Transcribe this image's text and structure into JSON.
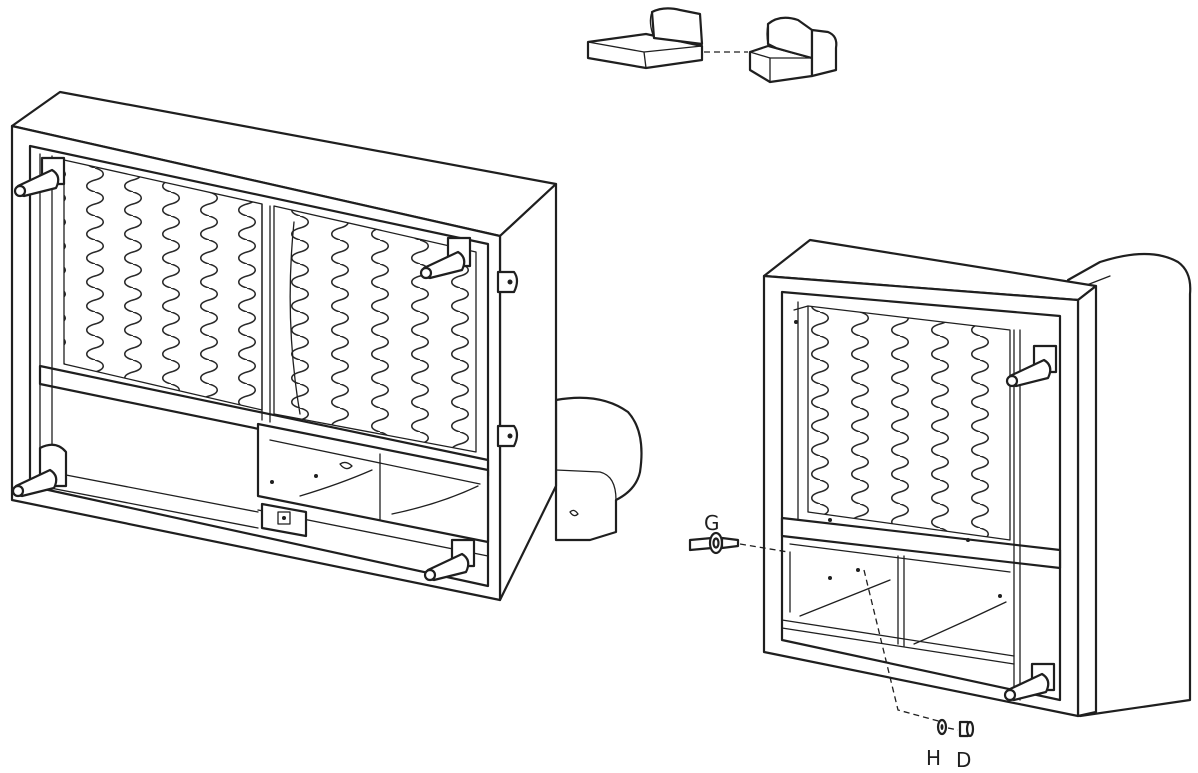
{
  "diagram": {
    "labels": {
      "G": "G",
      "H": "H",
      "D": "D"
    },
    "colors": {
      "stroke": "#1f1f1f",
      "fill": "#ffffff"
    },
    "icons": [
      "sofa-section-icon",
      "corner-section-icon",
      "bolt-icon",
      "washer-icon",
      "nut-icon",
      "sofa-leg-icon"
    ]
  }
}
